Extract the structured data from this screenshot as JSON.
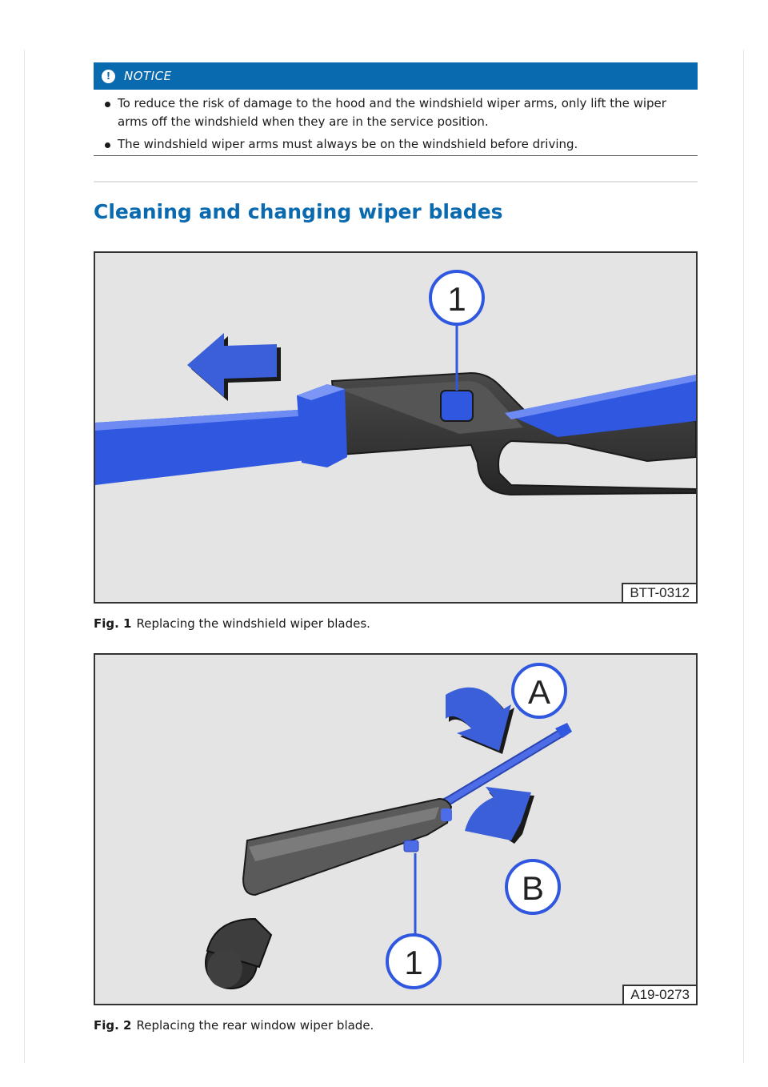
{
  "notice": {
    "title": "NOTICE",
    "bullets": [
      "To reduce the risk of damage to the hood and the windshield wiper arms, only lift the wiper arms off the windshield when they are in the service position.",
      "The windshield wiper arms must always be on the windshield before driving."
    ]
  },
  "section": {
    "title": "Cleaning and changing wiper blades"
  },
  "figures": [
    {
      "code": "BTT-0312",
      "label": "Fig. 1",
      "caption": "Replacing the windshield wiper blades.",
      "callouts": [
        "1"
      ]
    },
    {
      "code": "A19-0273",
      "label": "Fig. 2",
      "caption": "Replacing the rear window wiper blade.",
      "callouts": [
        "A",
        "B",
        "1"
      ]
    }
  ],
  "colors": {
    "brand_blue": "#0a6ab0",
    "part_blue": "#2f57e0"
  },
  "icons": {
    "notice": "exclamation-circle-icon"
  }
}
